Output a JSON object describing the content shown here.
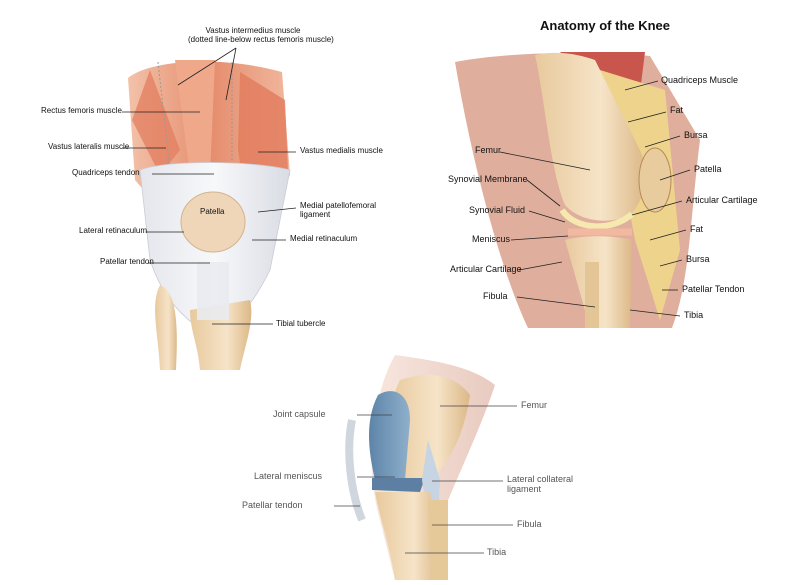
{
  "title": "Anatomy of the Knee",
  "front_view": {
    "vastus_intermedius_line1": "Vastus intermedius muscle",
    "vastus_intermedius_line2": "(dotted line-below rectus femoris muscle)",
    "rectus_femoris": "Rectus femoris muscle",
    "vastus_lateralis": "Vastus lateralis muscle",
    "vastus_medialis": "Vastus medialis muscle",
    "quadriceps_tendon": "Quadriceps tendon",
    "patella": "Patella",
    "medial_patellofemoral_line1": "Medial patellofemoral",
    "medial_patellofemoral_line2": "ligament",
    "lateral_retinaculum": "Lateral retinaculum",
    "medial_retinaculum": "Medial retinaculum",
    "patellar_tendon": "Patellar tendon",
    "tibial_tubercle": "Tibial tubercle"
  },
  "side_view": {
    "quadriceps_muscle": "Quadriceps Muscle",
    "fat_top": "Fat",
    "bursa_top": "Bursa",
    "femur": "Femur",
    "patella": "Patella",
    "synovial_membrane": "Synovial Membrane",
    "articular_cartilage_right": "Articular Cartilage",
    "synovial_fluid": "Synovial Fluid",
    "fat_bottom": "Fat",
    "meniscus": "Meniscus",
    "articular_cartilage_left": "Articular Cartilage",
    "bursa_bottom": "Bursa",
    "patellar_tendon": "Patellar Tendon",
    "fibula": "Fibula",
    "tibia": "Tibia"
  },
  "lateral_view": {
    "joint_capsule": "Joint capsule",
    "femur": "Femur",
    "lateral_meniscus": "Lateral meniscus",
    "lateral_collateral_line1": "Lateral collateral",
    "lateral_collateral_line2": "ligament",
    "patellar_tendon": "Patellar tendon",
    "fibula": "Fibula",
    "tibia": "Tibia"
  }
}
